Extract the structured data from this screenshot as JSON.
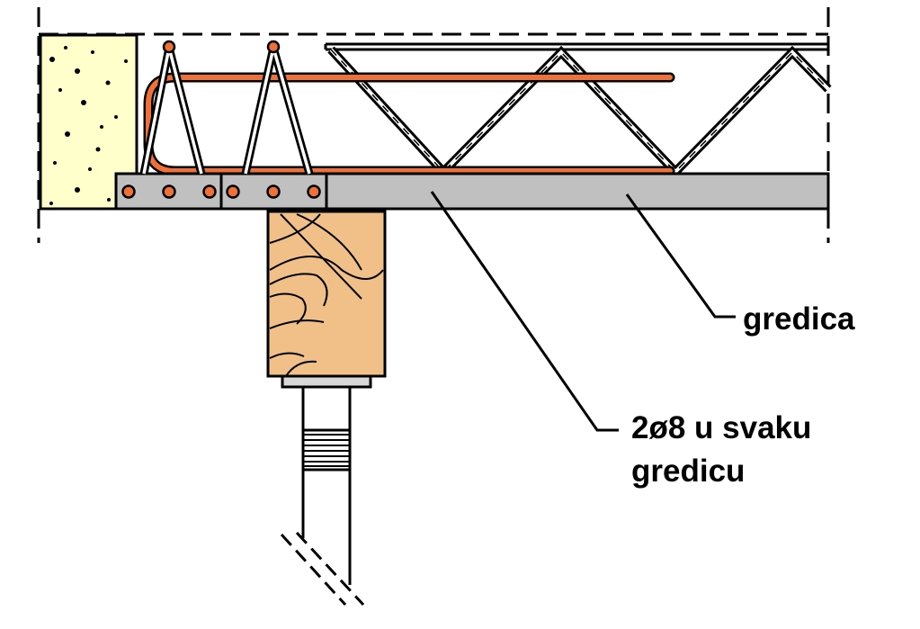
{
  "labels": {
    "gredica": "gredica",
    "bars_line1": "2ø8 u svaku",
    "bars_line2": "gredicu"
  },
  "colors": {
    "background": "#ffffff",
    "concrete_block": "#ffffcc",
    "rebar": "#f07038",
    "beam": "#c0c0c0",
    "timber": "#f0c088",
    "outline": "#000000"
  },
  "icons": {
    "concrete": "concrete-block-icon",
    "timber": "timber-post-icon",
    "prop": "steel-prop-icon"
  }
}
